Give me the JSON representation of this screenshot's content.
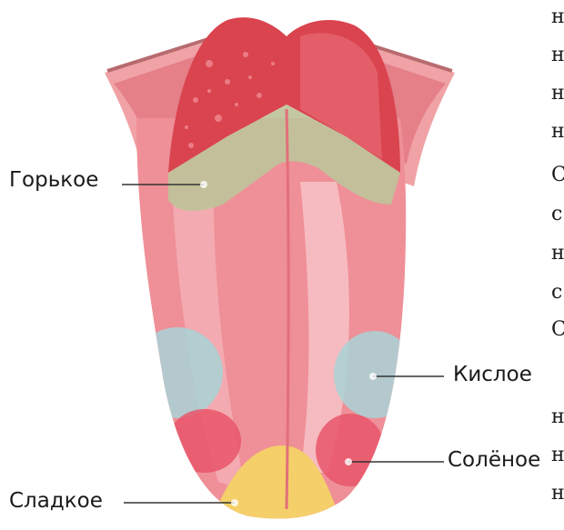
{
  "labels": {
    "bitter": "Горькое",
    "sour": "Кислое",
    "salty": "Солёное",
    "sweet": "Сладкое"
  },
  "edge_text": [
    "н",
    "н",
    "н",
    "н",
    "С",
    "с",
    "н",
    "с",
    "С",
    "н",
    "н",
    "н"
  ],
  "colors": {
    "tongue": "#ef8f97",
    "tongue_light": "#f5b5ba",
    "throat": "#d9444f",
    "bitter_zone": "#bfc39a",
    "sour_zone": "#a8d3d6",
    "salty_zone": "#e8566a",
    "sweet_zone": "#f4cf6a",
    "label_text": "#1a1a1a"
  }
}
